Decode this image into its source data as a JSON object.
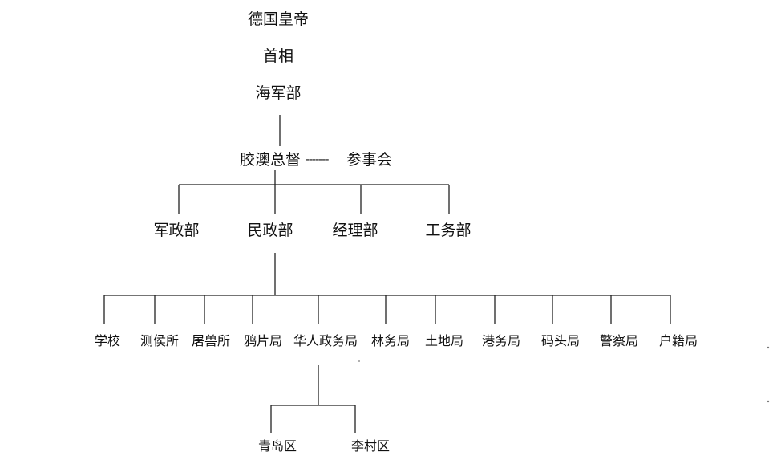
{
  "diagram": {
    "chain": [
      "德国皇帝",
      "首相",
      "海军部"
    ],
    "governor": "胶澳总督",
    "connector": "-------",
    "council": "参事会",
    "departments": [
      "军政部",
      "民政部",
      "经理部",
      "工务部"
    ],
    "bureaus": [
      "学校",
      "测侯所",
      "屠兽所",
      "鸦片局",
      "华人政务局",
      "林务局",
      "土地局",
      "港务局",
      "码头局",
      "警察局",
      "户籍局"
    ],
    "districts": [
      "青岛区",
      "李村区"
    ]
  }
}
